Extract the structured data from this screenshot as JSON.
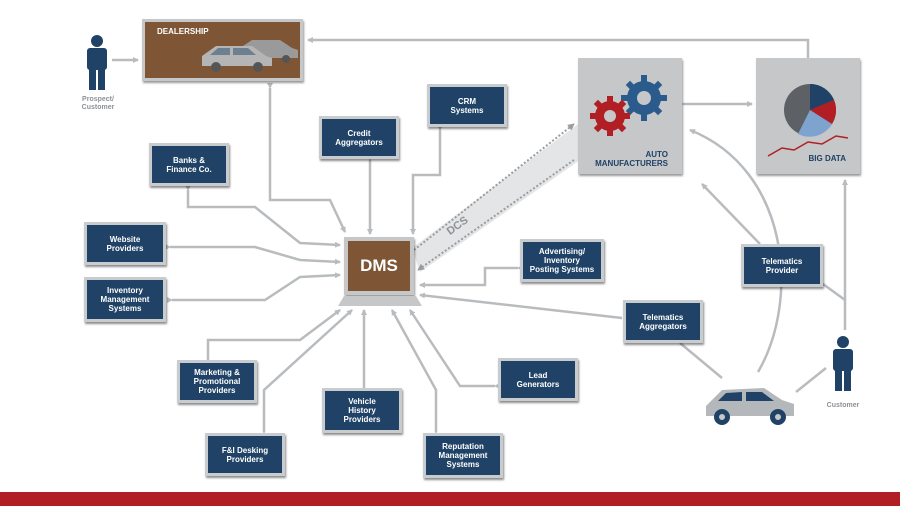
{
  "dealership": {
    "title": "DEALERSHIP"
  },
  "prospect_label": "Prospect/\nCustomer",
  "customer_label": "Customer",
  "dms_label": "DMS",
  "dcs_label": "DCS",
  "auto_manufacturers": "AUTO\nMANUFACTURERS",
  "big_data": "BIG DATA",
  "boxes": {
    "crm": "CRM\nSystems",
    "credit": "Credit\nAggregators",
    "banks": "Banks &\nFinance Co.",
    "website": "Website\nProviders",
    "inventory": "Inventory\nManagement\nSystems",
    "marketing": "Marketing &\nPromotional\nProviders",
    "fi_desking": "F&I Desking\nProviders",
    "vehicle_history": "Vehicle\nHistory\nProviders",
    "reputation": "Reputation\nManagement\nSystems",
    "lead": "Lead\nGenerators",
    "advertising": "Advertising/\nInventory\nPosting Systems",
    "telematics_agg": "Telematics\nAggregators",
    "telematics_provider": "Telematics\nProvider"
  },
  "colors": {
    "navy": "#1f4266",
    "brown": "#7e5636",
    "gray": "#c5c7c9",
    "red": "#b11f24",
    "blue": "#2b5b8c"
  }
}
